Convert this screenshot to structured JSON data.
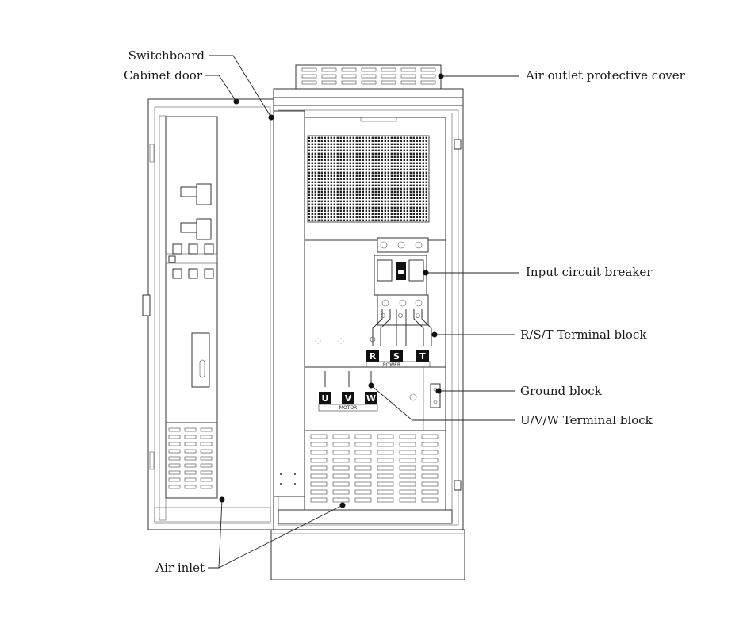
{
  "callouts": {
    "switchboard": "Switchboard",
    "cabinet_door": "Cabinet door",
    "air_outlet_cover": "Air outlet protective cover",
    "input_breaker": "Input circuit breaker",
    "rst_terminal": "R/S/T Terminal block",
    "ground_block": "Ground block",
    "uvw_terminal": "U/V/W Terminal block",
    "air_inlet": "Air inlet"
  },
  "terminal_letters": {
    "r": "R",
    "s": "S",
    "t": "T",
    "u": "U",
    "v": "V",
    "w": "W"
  },
  "strip_labels": {
    "power": "POWER",
    "motor": "MOTOR"
  }
}
